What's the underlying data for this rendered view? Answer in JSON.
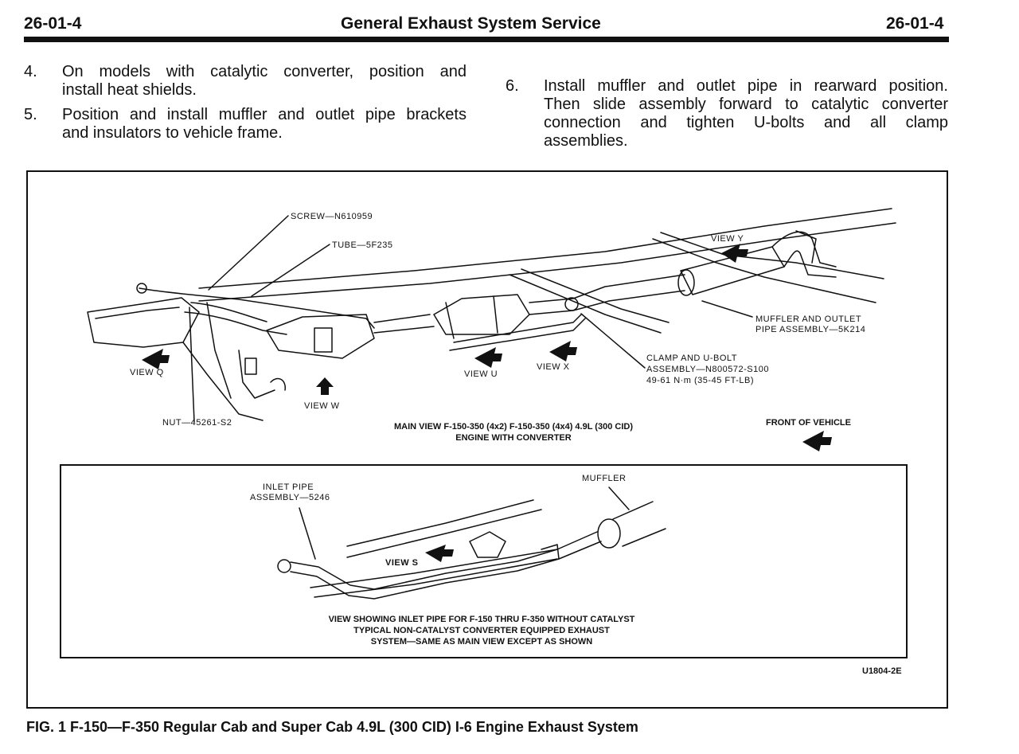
{
  "header": {
    "left": "26-01-4",
    "title": "General Exhaust System Service",
    "right": "26-01-4"
  },
  "steps": [
    {
      "num": "4.",
      "line1": "On models with catalytic converter, position and",
      "line2": "install heat shields."
    },
    {
      "num": "5.",
      "line1": "Position and install muffler and outlet pipe brackets",
      "line2": "and insulators to vehicle frame."
    },
    {
      "num": "6.",
      "line1": "Install muffler and outlet pipe in rearward position.",
      "line2": "Then slide assembly forward to catalytic converter",
      "line3": "connection and tighten U-bolts and all clamp",
      "line4": "assemblies."
    }
  ],
  "figure": {
    "labels": {
      "screw": "SCREW—N610959",
      "tube": "TUBE—5F235",
      "view_y": "VIEW Y",
      "view_q": "VIEW Q",
      "view_u": "VIEW U",
      "view_x": "VIEW X",
      "view_w": "VIEW W",
      "nut": "NUT—45261-S2",
      "muffler_line1": "MUFFLER AND OUTLET",
      "muffler_line2": "PIPE ASSEMBLY—5K214",
      "clamp_line1": "CLAMP AND U-BOLT",
      "clamp_line2": "ASSEMBLY—N800572-S100",
      "clamp_line3": "49-61 N·m (35-45 FT-LB)",
      "main_view_line1": "MAIN VIEW F-150-350 (4x2) F-150-350 (4x4) 4.9L (300 CID)",
      "main_view_line2": "ENGINE WITH CONVERTER",
      "front_of_vehicle": "FRONT OF VEHICLE",
      "inlet_line1": "INLET PIPE",
      "inlet_line2": "ASSEMBLY—5246",
      "muffler": "MUFFLER",
      "view_s": "VIEW S",
      "inset_caption_line1": "VIEW SHOWING INLET PIPE FOR F-150 THRU F-350 WITHOUT CATALYST",
      "inset_caption_line2": "TYPICAL NON-CATALYST CONVERTER EQUIPPED EXHAUST",
      "inset_caption_line3": "SYSTEM—SAME AS MAIN VIEW EXCEPT AS SHOWN",
      "figure_code": "U1804-2E"
    }
  },
  "caption": "FIG. 1 F-150—F-350 Regular Cab and Super Cab 4.9L (300 CID) I-6 Engine Exhaust System"
}
